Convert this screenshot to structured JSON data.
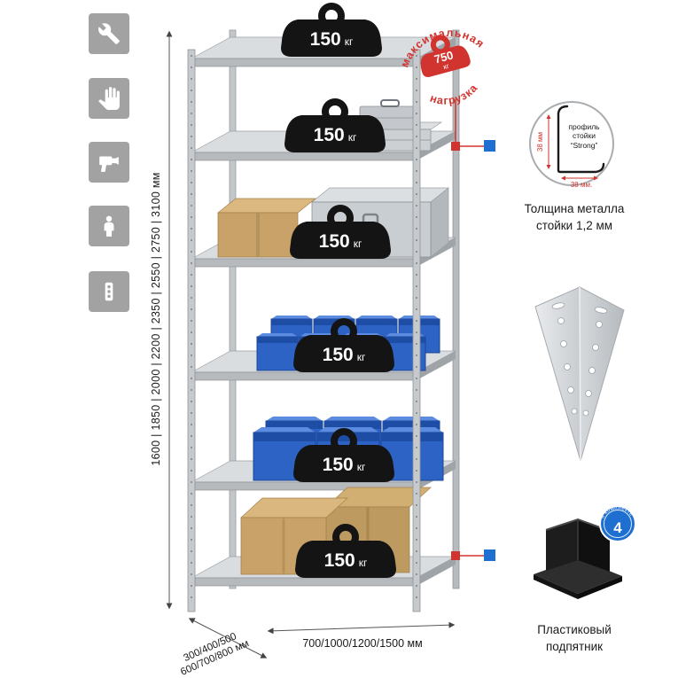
{
  "colors": {
    "accent_red": "#d1332e",
    "accent_blue": "#1f6fd0",
    "bin_blue": "#2d63c4",
    "metal_gray": "#c7cacd",
    "badge_black": "#141414",
    "icon_gray": "#a2a2a2"
  },
  "side_icons": [
    {
      "name": "wrench-icon"
    },
    {
      "name": "glove-icon"
    },
    {
      "name": "drill-icon"
    },
    {
      "name": "person-icon"
    },
    {
      "name": "socket-icon"
    }
  ],
  "dimensions": {
    "height": "1600 | 1850 | 2000 | 2200 | 2350 | 2550 | 2750 | 3100 мм",
    "depth_line1": "300/400/500",
    "depth_line2": "600/700/800 мм",
    "width": "700/1000/1200/1500 мм"
  },
  "shelves": [
    {
      "load": "150",
      "unit": "кг"
    },
    {
      "load": "150",
      "unit": "кг"
    },
    {
      "load": "150",
      "unit": "кг"
    },
    {
      "load": "150",
      "unit": "кг"
    },
    {
      "load": "150",
      "unit": "кг"
    },
    {
      "load": "150",
      "unit": "кг"
    }
  ],
  "stamp": {
    "arc_top": "максимальная",
    "arc_bottom": "нагрузка",
    "value": "750",
    "unit": "кг"
  },
  "profile_detail": {
    "line1": "профиль",
    "line2": "стойки",
    "line3": "“Strong”",
    "dim_vertical": "38 мм",
    "dim_horizontal": "38 мм.",
    "caption_line1": "Толщина металла",
    "caption_line2": "стойки 1,2 мм"
  },
  "foot_detail": {
    "badge_number": "4",
    "badge_text": "в комплекте",
    "caption_line1": "Пластиковый",
    "caption_line2": "подпятник"
  }
}
